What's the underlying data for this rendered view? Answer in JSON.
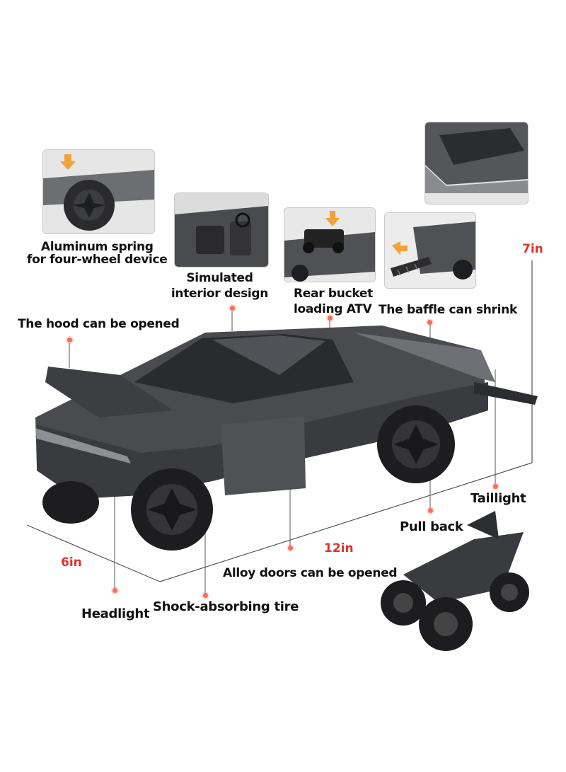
{
  "features": {
    "spring": "Aluminum spring\nfor four-wheel device",
    "interior": "Simulated\ninterior design",
    "bucket": "Rear bucket\nloading ATV",
    "baffle": "The baffle can shrink",
    "hood": "The hood can be opened",
    "taillight": "Taillight",
    "pullback": "Pull back",
    "doors": "Alloy doors can be opened",
    "headlight": "Headlight",
    "tire": "Shock-absorbing tire"
  },
  "dimensions": {
    "height": "7in",
    "length": "12in",
    "width": "6in"
  },
  "colors": {
    "accent": "#e0322d",
    "pointer": "#f0725a",
    "body": "#4a4b4e",
    "arrow": "#f2a23a"
  }
}
